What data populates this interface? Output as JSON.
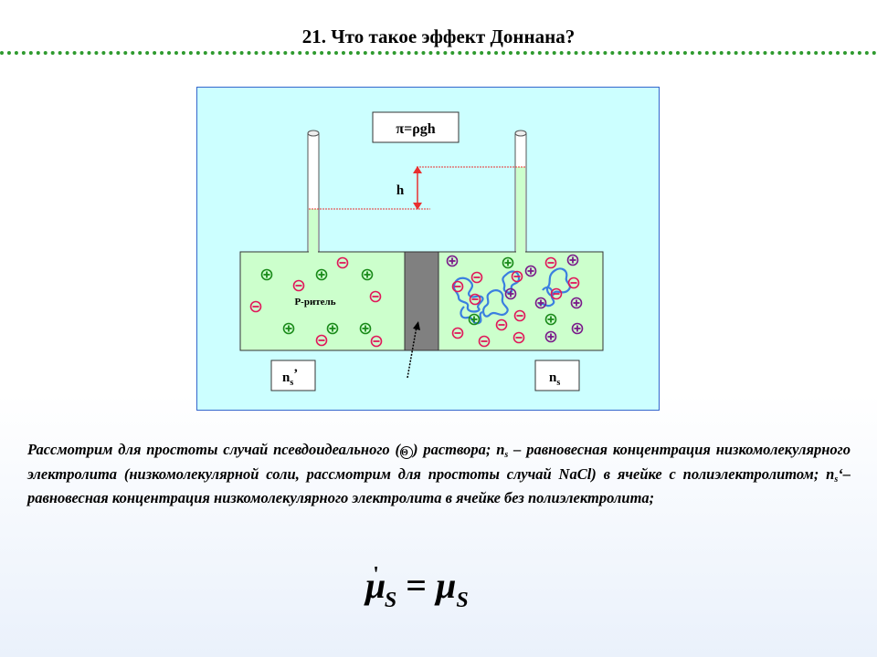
{
  "slide": {
    "title": "21. Что такое  эффект Доннана?"
  },
  "diagram": {
    "formula_box": "π=ρgh",
    "height_label": "h",
    "solvent_label": "Р-ритель",
    "left_cell_label": "n",
    "left_cell_sub": "s",
    "left_cell_prime": "’",
    "right_cell_label": "n",
    "right_cell_sub": "s",
    "colors": {
      "background": "#ccffff",
      "cell_fill": "#ccffcc",
      "membrane": "#808080",
      "plus_green": "#1a8a1a",
      "minus_red": "#e0185a",
      "plus_purple": "#7a1a8a",
      "polymer": "#3a7fe0",
      "level_line": "#e83030"
    }
  },
  "text": {
    "p1": "Рассмотрим для простоты случай псевдоидеального (",
    "theta": "Θ",
    "p2": ") раствора; n",
    "p2_sub": "s",
    "p3": " – равновесная концентрация низкомолекулярного электролита (низкомолекулярной соли, рассмотрим для простоты случай NaCl) в ячейке с полиэлектролитом; n",
    "p3_sub": "s",
    "p4": "‘– равновесная концентрация низкомолекулярного электролита в ячейке без полиэлектролита;"
  },
  "formula": {
    "mu": "μ",
    "prime": "'",
    "sub": "S",
    "eq": "=",
    "mu2": "μ",
    "sub2": "S"
  }
}
